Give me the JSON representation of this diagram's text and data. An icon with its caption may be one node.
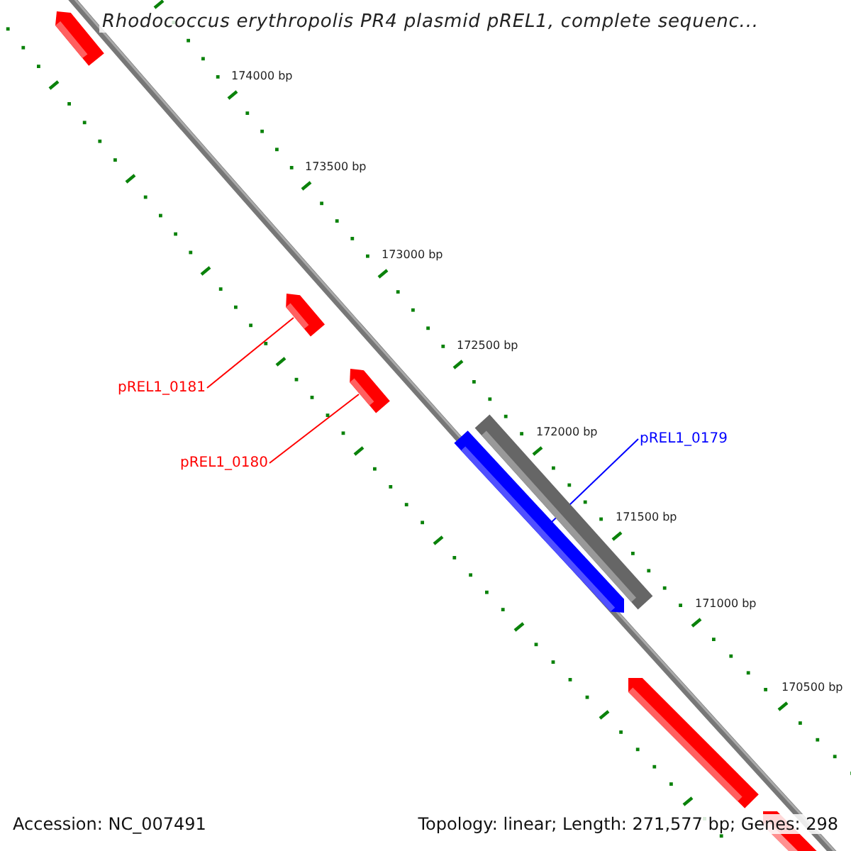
{
  "diagram": {
    "title": "Rhodococcus erythropolis PR4 plasmid pREL1, complete sequenc...",
    "nodes": [
      {
        "text": [
          "pREL1_0181"
        ]
      },
      {
        "text": [],
        "shape": "bar"
      },
      {
        "text": [
          "pREL1_0180"
        ]
      },
      {
        "text": [],
        "shape": "bar"
      },
      {
        "text": [
          "pREL1_0179"
        ]
      },
      {
        "text": [],
        "shape": "bar"
      }
    ],
    "edges": [
      {
        "from": 0,
        "to": 1,
        "arrow": "none"
      },
      {
        "from": 2,
        "to": 3,
        "arrow": "none"
      },
      {
        "from": 4,
        "to": 5,
        "arrow": "none",
        "color": "#0000ff"
      }
    ],
    "labels": [
      "174000 bp",
      "173500 bp",
      "173000 bp",
      "172500 bp",
      "172000 bp",
      "171500 bp",
      "171000 bp",
      "170500 bp",
      "Accession: NC_007491",
      "Topology: linear; Length: 271,577 bp; Genes: 298"
    ]
  }
}
